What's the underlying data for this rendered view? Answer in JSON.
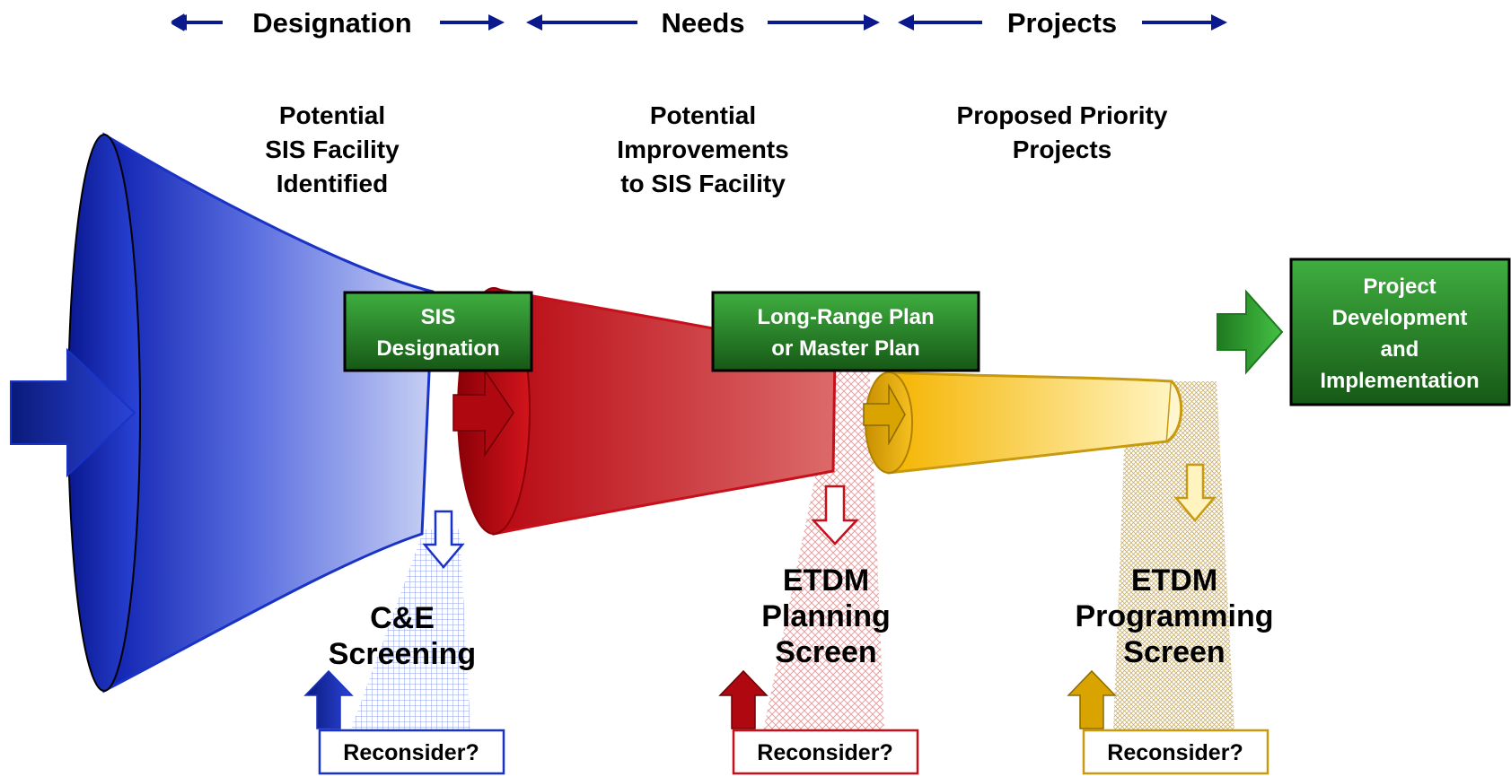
{
  "phases": [
    {
      "label": "Designation"
    },
    {
      "label": "Needs"
    },
    {
      "label": "Projects"
    }
  ],
  "captions": {
    "designation": [
      "Potential",
      "SIS Facility",
      "Identified"
    ],
    "needs": [
      "Potential",
      "Improvements",
      "to SIS Facility"
    ],
    "projects": [
      "Proposed Priority",
      "Projects"
    ]
  },
  "boxes": {
    "sis_designation": [
      "SIS",
      "Designation"
    ],
    "long_range_plan": [
      "Long-Range Plan",
      "or Master Plan"
    ],
    "project_development": [
      "Project",
      "Development",
      "and",
      "Implementation"
    ]
  },
  "screens": {
    "ce": [
      "C&E",
      "Screening"
    ],
    "planning": [
      "ETDM",
      "Planning",
      "Screen"
    ],
    "programming": [
      "ETDM",
      "Programming",
      "Screen"
    ]
  },
  "reconsider": {
    "ce": "Reconsider?",
    "planning": "Reconsider?",
    "programming": "Reconsider?"
  },
  "colors": {
    "blue": "#1a33c7",
    "red": "#c8101c",
    "yellow": "#f2b818",
    "green": "#2a8a2a",
    "navy": "#0a1a8c"
  }
}
